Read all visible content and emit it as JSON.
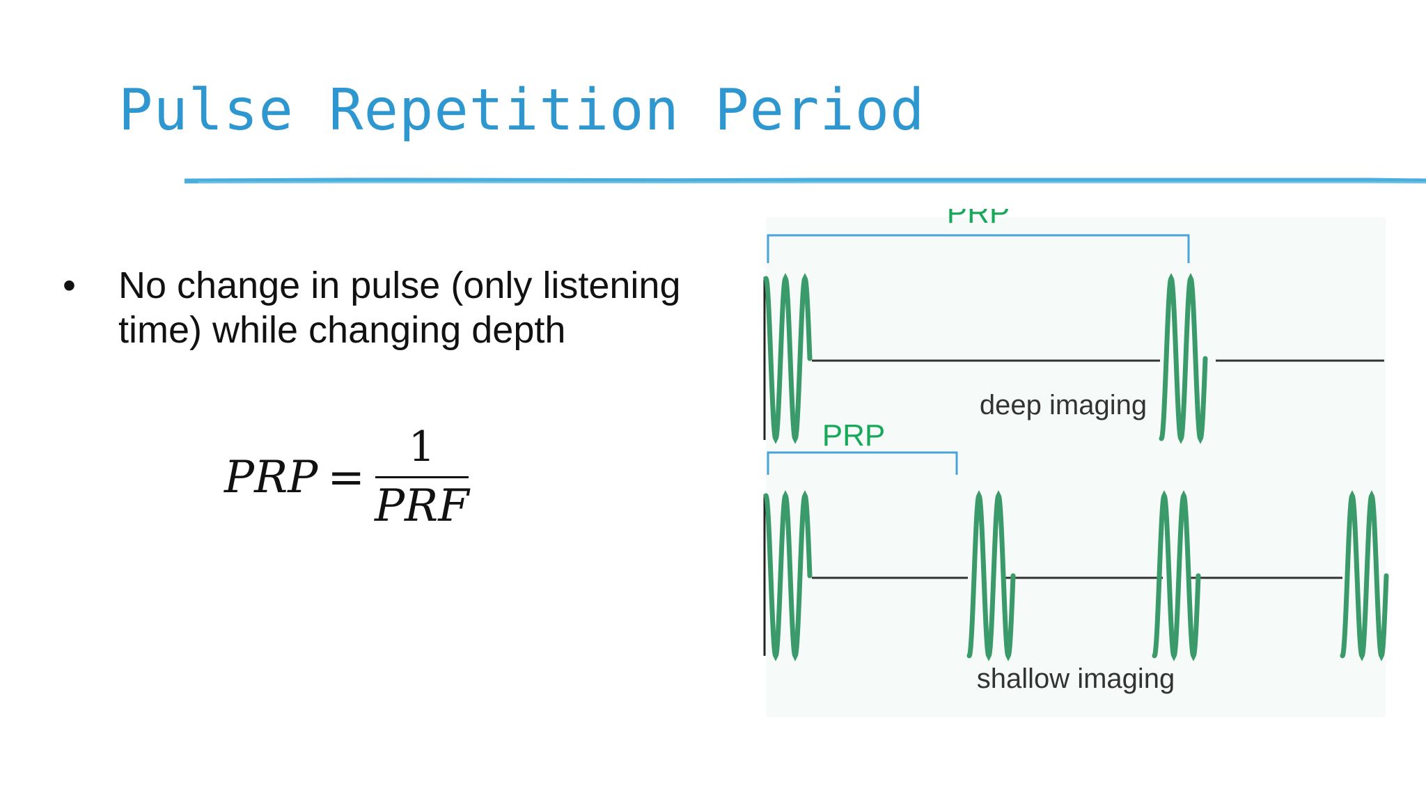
{
  "slide": {
    "title": "Pulse Repetition Period",
    "bullets": [
      {
        "text": "No change in pulse (only listening time) while changing depth"
      }
    ],
    "formula": {
      "lhs": "PRP",
      "equals": "=",
      "numerator": "1",
      "denominator": "PRF"
    }
  },
  "diagram": {
    "deep": {
      "bracket_label": "PRP",
      "caption": "deep imaging"
    },
    "shallow": {
      "bracket_label": "PRP",
      "caption": "shallow imaging"
    },
    "colors": {
      "accent_blue": "#2f97cf",
      "label_green": "#19a85a",
      "wave_green": "#3a9a6a",
      "baseline": "#333333",
      "bracket": "#4aa3d8",
      "panel_bg": "#f6fbfa"
    }
  }
}
